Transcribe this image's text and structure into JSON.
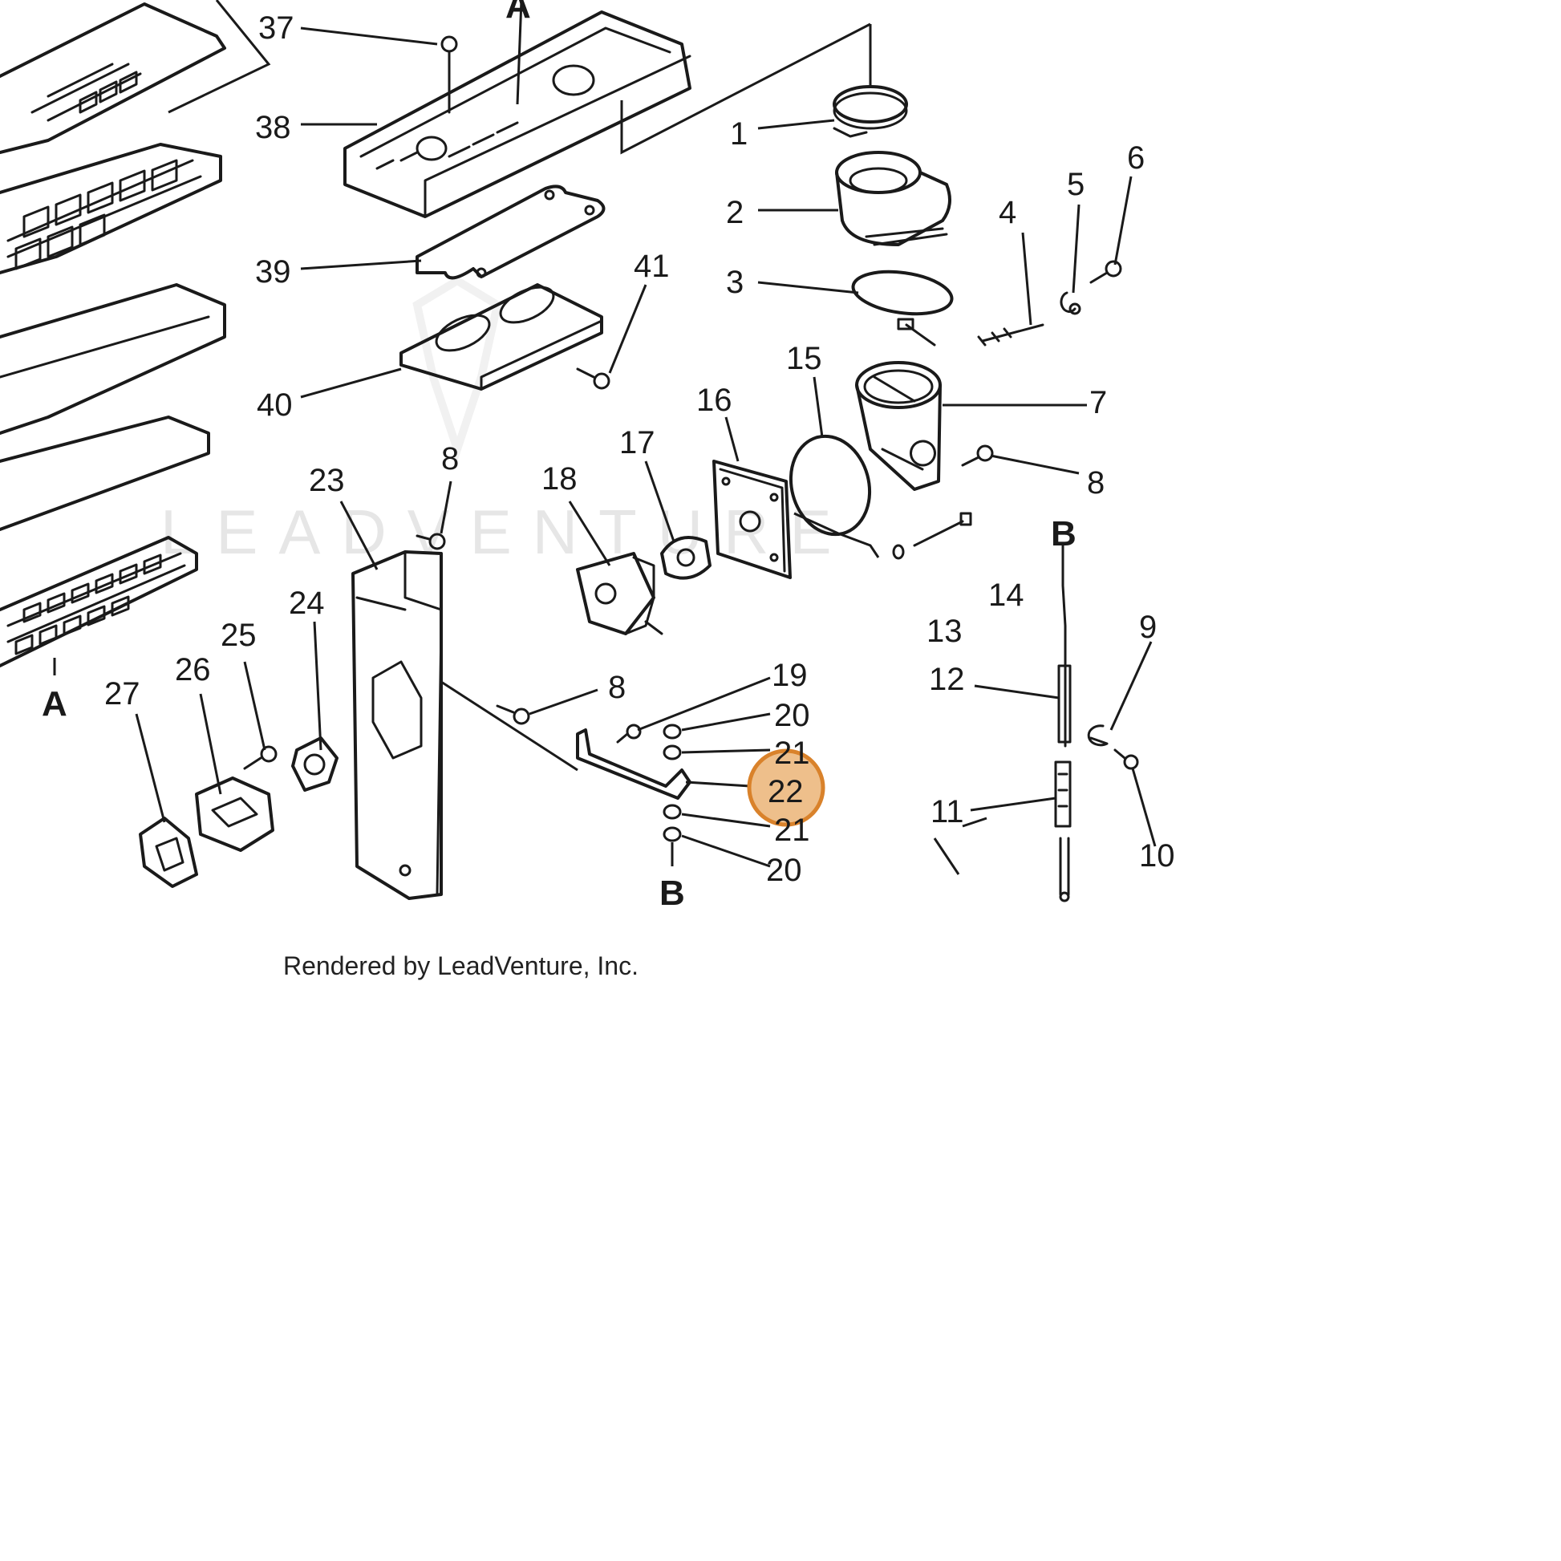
{
  "watermark": "LEADVENTURE",
  "credit": "Rendered by LeadVenture, Inc.",
  "highlight_color": "#e08a2c",
  "highlighted_part": "22",
  "section_labels": {
    "a_top": "A",
    "a_bottom": "A",
    "b_right": "B",
    "b_bottom": "B"
  },
  "parts": {
    "p1": "1",
    "p2": "2",
    "p3": "3",
    "p4": "4",
    "p5": "5",
    "p6": "6",
    "p7": "7",
    "p8a": "8",
    "p8b": "8",
    "p8c": "8",
    "p9": "9",
    "p10": "10",
    "p11": "11",
    "p12": "12",
    "p13": "13",
    "p14": "14",
    "p15": "15",
    "p16": "16",
    "p17": "17",
    "p18": "18",
    "p19": "19",
    "p20a": "20",
    "p20b": "20",
    "p21a": "21",
    "p21b": "21",
    "p22": "22",
    "p23": "23",
    "p24": "24",
    "p25": "25",
    "p26": "26",
    "p27": "27",
    "p37": "37",
    "p38": "38",
    "p39": "39",
    "p40": "40",
    "p41": "41"
  }
}
